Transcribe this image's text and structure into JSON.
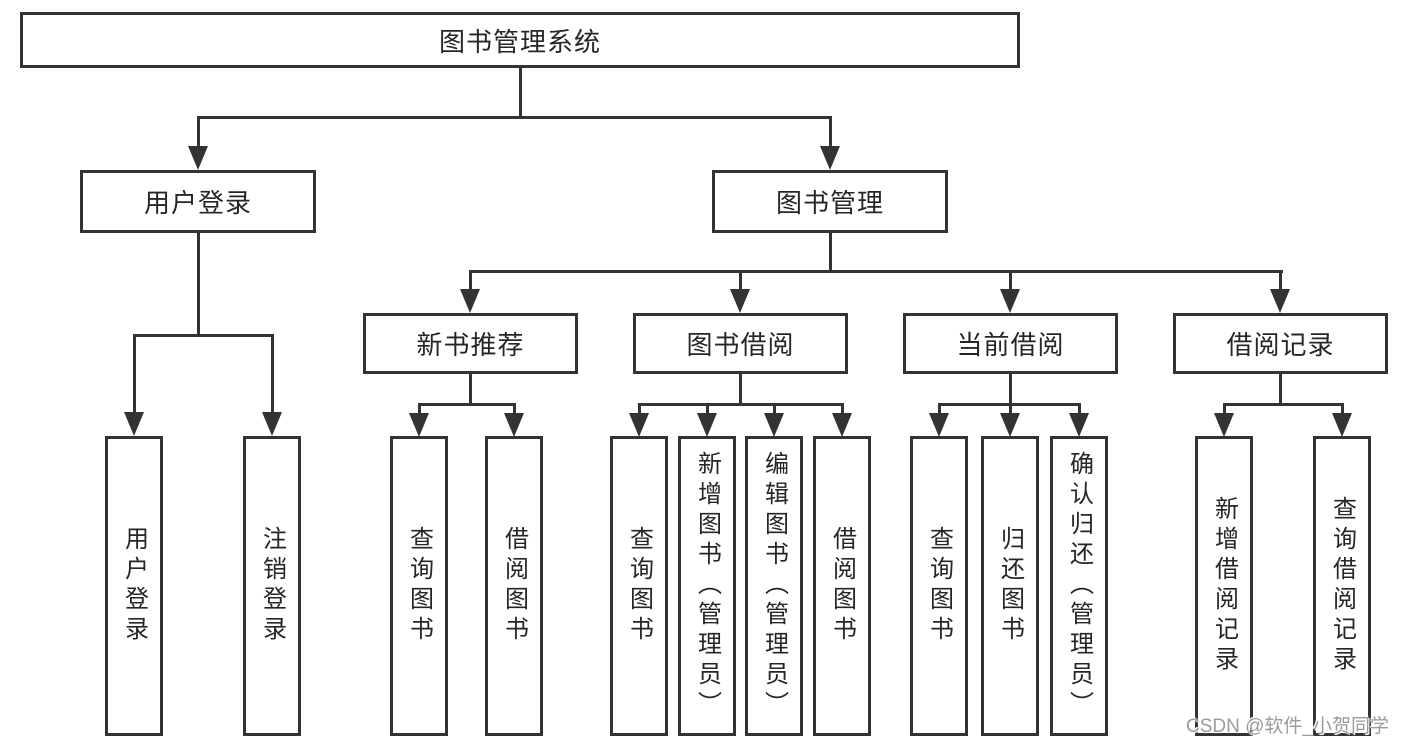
{
  "colors": {
    "line": "#333333",
    "box_border": "#333333",
    "box_background": "#ffffff",
    "text": "#262626",
    "page_background": "#ffffff",
    "watermark": "#9b9b9b"
  },
  "watermark": "CSDN @软件_小贺同学",
  "tree": {
    "root": {
      "label": "图书管理系统"
    },
    "level2": [
      {
        "label": "用户登录"
      },
      {
        "label": "图书管理"
      }
    ],
    "level3": [
      {
        "label": "新书推荐",
        "parent": "图书管理"
      },
      {
        "label": "图书借阅",
        "parent": "图书管理"
      },
      {
        "label": "当前借阅",
        "parent": "图书管理"
      },
      {
        "label": "借阅记录",
        "parent": "图书管理"
      }
    ],
    "leaves": [
      {
        "label": "用户登录",
        "parent": "用户登录"
      },
      {
        "label": "注销登录",
        "parent": "用户登录"
      },
      {
        "label": "查询图书",
        "parent": "新书推荐"
      },
      {
        "label": "借阅图书",
        "parent": "新书推荐"
      },
      {
        "label": "查询图书",
        "parent": "图书借阅"
      },
      {
        "label": "新增图书（管理员）",
        "parent": "图书借阅"
      },
      {
        "label": "编辑图书（管理员）",
        "parent": "图书借阅"
      },
      {
        "label": "借阅图书",
        "parent": "图书借阅"
      },
      {
        "label": "查询图书",
        "parent": "当前借阅"
      },
      {
        "label": "归还图书",
        "parent": "当前借阅"
      },
      {
        "label": "确认归还（管理员）",
        "parent": "当前借阅"
      },
      {
        "label": "新增借阅记录",
        "parent": "借阅记录"
      },
      {
        "label": "查询借阅记录",
        "parent": "借阅记录"
      }
    ]
  }
}
